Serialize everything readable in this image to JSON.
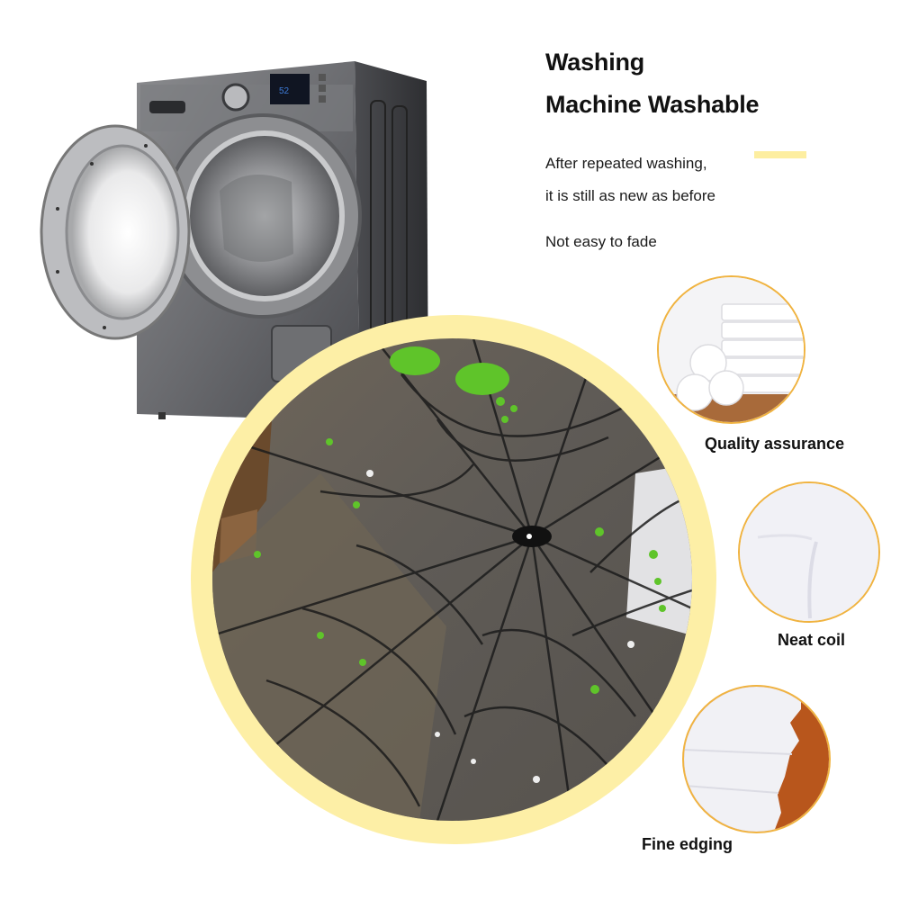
{
  "headline": {
    "line1": "Washing",
    "line2": "Machine Washable"
  },
  "description": {
    "line1": "After repeated washing,",
    "line2": "it is still as new as before",
    "line3": "Not easy to fade"
  },
  "colors": {
    "accent_yellow": "#fdeea0",
    "ring_yellow": "#fdefa6",
    "circle_border": "#f0b340",
    "fabric_gray": "#5f5d5b",
    "web_black": "#1c1c1c",
    "star_green": "#5fc42a"
  },
  "features": [
    {
      "label": "Quality assurance",
      "image": "rolled-white-towels"
    },
    {
      "label": "Neat coil",
      "image": "white-towel-texture"
    },
    {
      "label": "Fine edging",
      "image": "towel-edge-on-wood"
    }
  ],
  "main_image": {
    "subject": "gray-spider-web-blanket-with-green-stars"
  },
  "product_image": {
    "subject": "front-load-washing-machine-open-door"
  }
}
